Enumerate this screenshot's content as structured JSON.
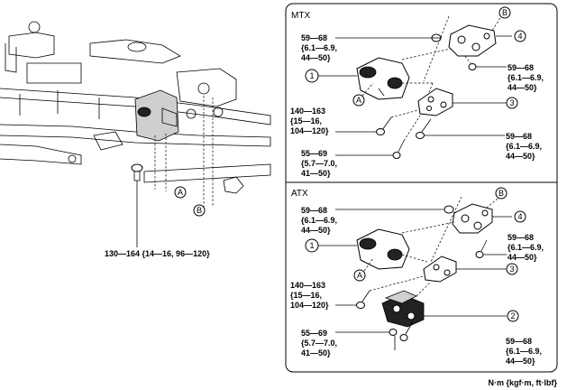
{
  "units_note": "N·m {kgf·m, ft·lbf}",
  "left": {
    "torque_main": "130—164 {14—16, 96—120}",
    "callout_a": "A",
    "callout_b": "B"
  },
  "mtx": {
    "label": "MTX",
    "callouts": {
      "one": "1",
      "three": "3",
      "four": "4",
      "a": "A",
      "b": "B"
    },
    "torque_top_left": [
      "59—68",
      "{6.1—6.9,",
      "44—50}"
    ],
    "torque_right_upper": [
      "59—68",
      "{6.1—6.9,",
      "44—50}"
    ],
    "torque_mid_left": [
      "140—163",
      "{15—16,",
      "104—120}"
    ],
    "torque_right_lower": [
      "59—68",
      "{6.1—6.9,",
      "44—50}"
    ],
    "torque_bottom_left": [
      "55—69",
      "{5.7—7.0,",
      "41—50}"
    ]
  },
  "atx": {
    "label": "ATX",
    "callouts": {
      "one": "1",
      "two": "2",
      "three": "3",
      "four": "4",
      "a": "A",
      "b": "B"
    },
    "torque_top_left": [
      "59—68",
      "{6.1—6.9,",
      "44—50}"
    ],
    "torque_right_upper": [
      "59—68",
      "{6.1—6.9,",
      "44—50}"
    ],
    "torque_mid_left": [
      "140—163",
      "{15—16,",
      "104—120}"
    ],
    "torque_bottom_left": [
      "55—69",
      "{5.7—7.0,",
      "41—50}"
    ],
    "torque_right_lower": [
      "59—68",
      "{6.1—6.9,",
      "44—50}"
    ]
  }
}
